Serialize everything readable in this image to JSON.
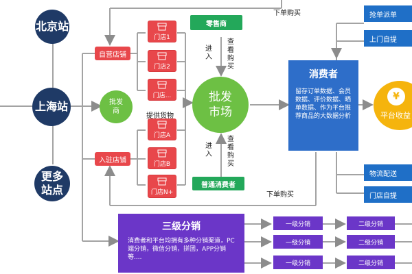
{
  "colors": {
    "navy": "#1f3a66",
    "red": "#e8474b",
    "green": "#23a85a",
    "light_green": "#6dc044",
    "blue": "#2e6ec9",
    "purple": "#6b36c8",
    "gold": "#f5b40d",
    "line": "#999999"
  },
  "stations": [
    "北京站",
    "上海站",
    "更多\n站点"
  ],
  "self_run": {
    "label": "自营店铺",
    "stores": [
      "门店1",
      "门店2",
      "门店..."
    ]
  },
  "entered": {
    "label": "入驻店铺",
    "stores": [
      "门店A",
      "门店B",
      "门店N+"
    ]
  },
  "wholesaler": {
    "label": "批发\n商",
    "supply": "提供货物"
  },
  "market": {
    "label": "批发\n市场"
  },
  "retailer": {
    "label": "零售商",
    "enter": "进\n入",
    "view_buy": "查\n看\n购\n买"
  },
  "ordinary": {
    "label": "普通消费者",
    "enter": "进\n入",
    "view_buy": "查\n看\n购\n买"
  },
  "order_top": "下单购买",
  "order_bottom": "下单购买",
  "consumer": {
    "title": "消费者",
    "desc": "留存订单数据、会员数据、评价数据、晒单数据、作为平台推荐商品的大数据分析"
  },
  "right_top": [
    "抢单派单",
    "上门自提"
  ],
  "right_bottom": [
    "物流配送",
    "门店自提"
  ],
  "profit": {
    "icon": "yen-icon",
    "label": "平台收益"
  },
  "distribution": {
    "title": "三级分销",
    "desc": "消费者和平台均拥有多种分销渠道，PC端分销，微信分销，拼团，APP分销等....",
    "level1": [
      "一级分销",
      "一级分销",
      "一级分销"
    ],
    "level2": [
      "二级分销",
      "二级分销",
      "二级分销"
    ]
  }
}
